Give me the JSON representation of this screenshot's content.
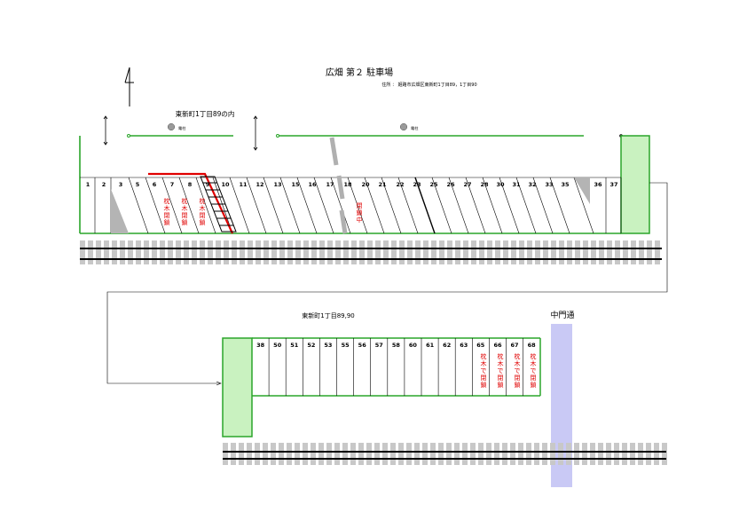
{
  "title": "広畑 第２ 駐車場",
  "address": "住所 ： 姫路市広畑区東新町1丁目89，1丁目90",
  "upper_area_label": "東新町1丁目89の内",
  "lower_area_label": "東新町1丁目89,90",
  "street_label": "中門通",
  "pole_label": "電柱",
  "upper_slots": [
    "1",
    "2",
    "3",
    "5",
    "6",
    "7",
    "8",
    "9",
    "10",
    "11",
    "12",
    "13",
    "15",
    "16",
    "17",
    "18",
    "20",
    "21",
    "22",
    "23",
    "25",
    "26",
    "27",
    "28",
    "30",
    "31",
    "32",
    "33",
    "35",
    "36",
    "37"
  ],
  "lower_slots": [
    "38",
    "50",
    "51",
    "52",
    "53",
    "55",
    "56",
    "57",
    "58",
    "60",
    "61",
    "62",
    "63",
    "65",
    "66",
    "67",
    "68"
  ],
  "closed_notes": {
    "slot7": "枕木閉鎖",
    "slot8": "枕木閉鎖",
    "slot9": "枕木閉鎖",
    "slot20": "閉鎖中",
    "slot65": "枕木で閉鎖",
    "slot66": "枕木で閉鎖",
    "slot67": "枕木で閉鎖",
    "slot68": "枕木で閉鎖"
  },
  "colors": {
    "boundary": "#2aa52a",
    "green_area": "#c9f2c0",
    "street": "#c9c9f5",
    "closed_text": "#e00000",
    "closure_bar": "#e00000",
    "rail": "#000000",
    "sleeper": "#c8c8c8"
  }
}
